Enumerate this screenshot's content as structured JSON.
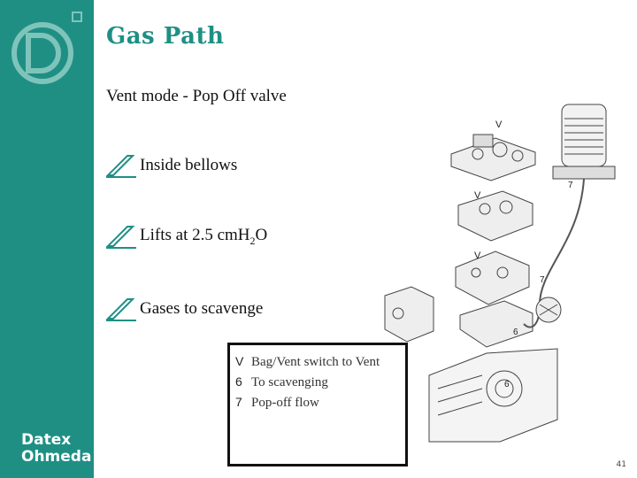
{
  "sidebar": {
    "brand_line1": "Datex",
    "brand_line2": "Ohmeda",
    "accent_color": "#1f8f84",
    "logo_icon": "datex-ohmeda-d-logo"
  },
  "slide": {
    "title": "Gas Path",
    "subtitle": "Vent mode - Pop Off valve",
    "bullets": [
      {
        "text": "Inside bellows"
      },
      {
        "pre": "Lifts at 2.5 cmH",
        "sub": "2",
        "post": "O"
      },
      {
        "text": "Gases to scavenge"
      }
    ],
    "bullet_icon": "pen-nib-icon"
  },
  "diagram": {
    "labels": {
      "v": "V",
      "six": "6",
      "seven": "7"
    }
  },
  "legend": {
    "items": [
      {
        "key": "V",
        "text": "Bag/Vent switch to Vent"
      },
      {
        "key": "6",
        "text": "To scavenging"
      },
      {
        "key": "7",
        "text": "Pop-off flow"
      }
    ]
  },
  "page_number": "41"
}
